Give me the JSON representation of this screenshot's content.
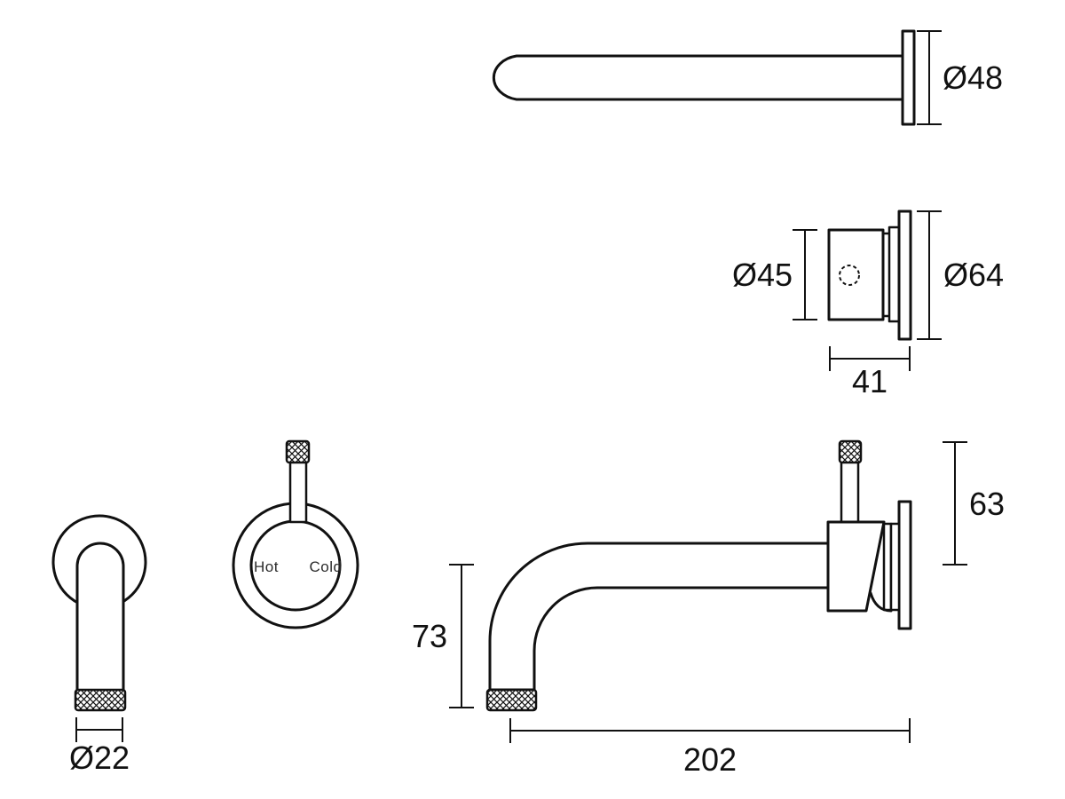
{
  "colors": {
    "line": "#111111",
    "background": "#ffffff",
    "hot_cold_text": "#2b2b2b"
  },
  "views": {
    "spout_side": {
      "flange_diameter": "Ø48"
    },
    "valve_side": {
      "body_diameter": "Ø45",
      "flange_diameter": "Ø64",
      "body_depth": "41"
    },
    "spout_front": {
      "outlet_diameter": "Ø22"
    },
    "handle_front": {
      "hot_label": "Hot",
      "cold_label": "Cold"
    },
    "assembly_side": {
      "lever_height": "63",
      "spout_drop": "73",
      "spout_reach": "202"
    }
  }
}
